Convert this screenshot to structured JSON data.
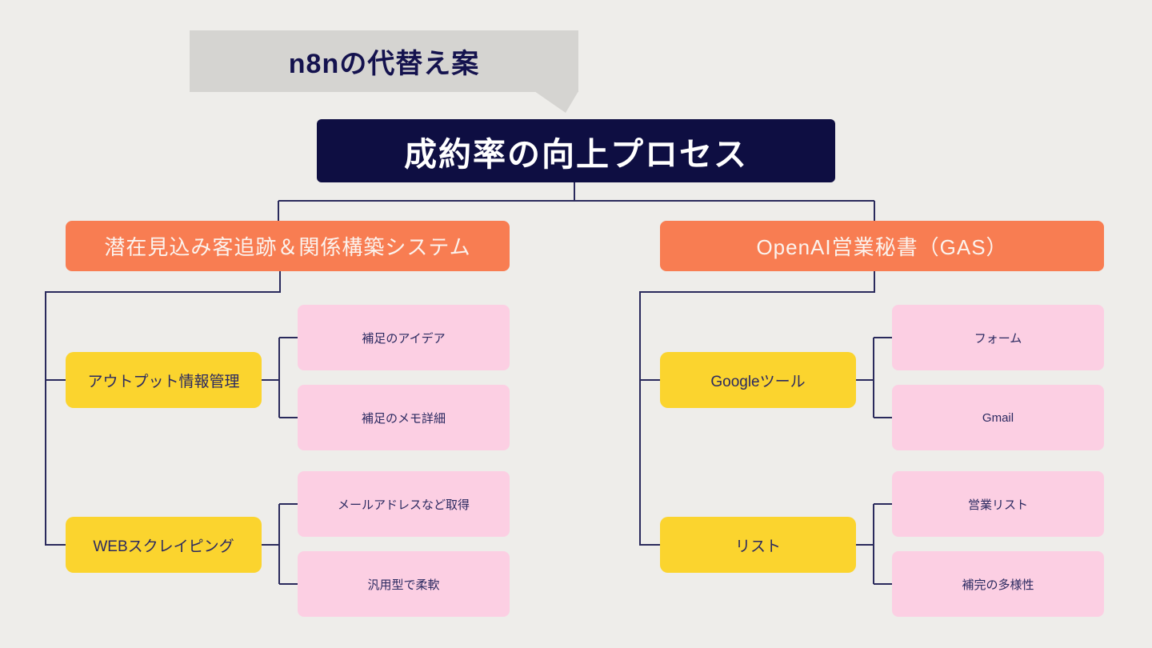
{
  "diagram": {
    "callout": {
      "label": "n8nの代替え案"
    },
    "root": {
      "label": "成約率の向上プロセス"
    },
    "branches": [
      {
        "label": "潜在見込み客追跡＆関係構築システム",
        "children": [
          {
            "label": "アウトプット情報管理",
            "leaves": [
              "補足のアイデア",
              "補足のメモ詳細"
            ]
          },
          {
            "label": "WEBスクレイピング",
            "leaves": [
              "メールアドレスなど取得",
              "汎用型で柔軟"
            ]
          }
        ]
      },
      {
        "label": "OpenAI営業秘書（GAS）",
        "children": [
          {
            "label": "Googleツール",
            "leaves": [
              "フォーム",
              "Gmail"
            ]
          },
          {
            "label": "リスト",
            "leaves": [
              "営業リスト",
              "補完の多様性"
            ]
          }
        ]
      }
    ]
  },
  "theme": {
    "background": "#EEEDEA",
    "bubble-bg": "#D5D4D1",
    "bubble-text": "#14124E",
    "root-bg": "#0E0E42",
    "root-text": "#FFFFFF",
    "branch-bg": "#F87D52",
    "branch-text": "#FBF3EE",
    "child-bg": "#FBD42E",
    "leaf-bg": "#FCCFE3",
    "node-text": "#2A2960",
    "line": "#2A2A5C"
  }
}
